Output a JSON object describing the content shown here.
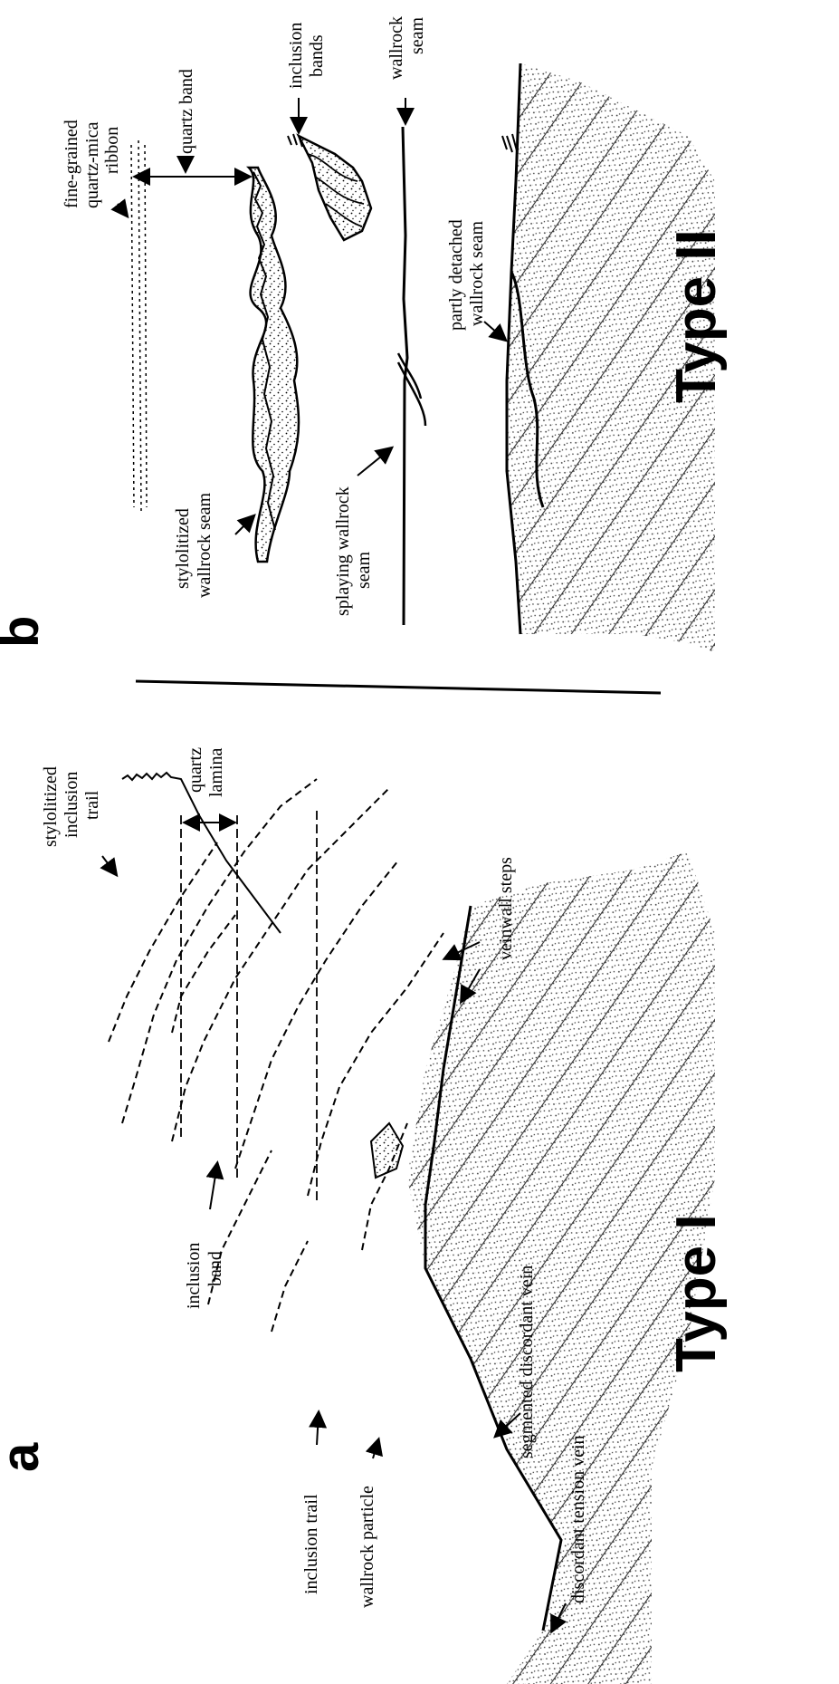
{
  "panels": {
    "a": {
      "letter": "a",
      "type_label": "Type  I",
      "labels": {
        "stylolitized_inclusion_trail": [
          "stylolitized",
          "inclusion",
          "trail"
        ],
        "quartz_lamina": [
          "quartz",
          "lamina"
        ],
        "inclusion_band": [
          "inclusion",
          "band"
        ],
        "inclusion_trail": "inclusion trail",
        "wallrock_particle": "wallrock particle",
        "veinwall_steps": "veinwall steps",
        "segmented_discordant_vein": "segmented discordant vein",
        "discordant_tension_vein": "discordant tension vein"
      }
    },
    "b": {
      "letter": "b",
      "type_label": "Type  II",
      "labels": {
        "fine_grained_ribbon": [
          "fine-grained",
          "quartz-mica",
          "ribbon"
        ],
        "quartz_band": "quartz band",
        "inclusion_bands": [
          "inclusion",
          "bands"
        ],
        "wallrock_seam": [
          "wallrock",
          "seam"
        ],
        "stylolitized_wallrock_seam": [
          "stylolitized",
          "wallrock seam"
        ],
        "splaying_wallrock_seam": [
          "splaying wallrock",
          "seam"
        ],
        "partly_detached_wallrock_seam": [
          "partly detached",
          "wallrock seam"
        ]
      }
    }
  }
}
